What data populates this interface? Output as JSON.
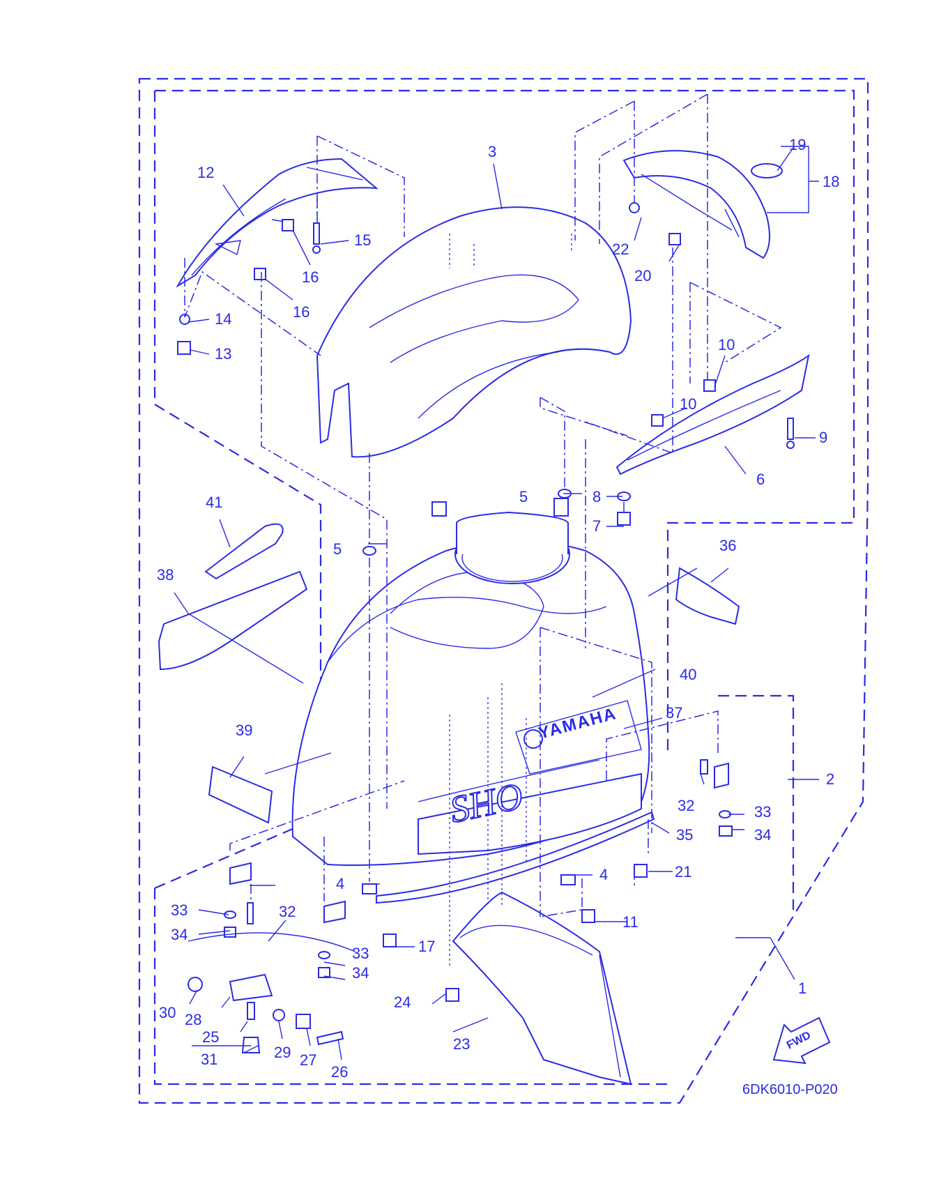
{
  "diagram": {
    "drawing_code": "6DK6010-P020",
    "fwd_label": "FWD",
    "brand_text": "YAMAHA",
    "model_script": "SHO",
    "callouts": [
      {
        "id": "c1",
        "label": "1"
      },
      {
        "id": "c2",
        "label": "2"
      },
      {
        "id": "c3",
        "label": "3"
      },
      {
        "id": "c4a",
        "label": "4"
      },
      {
        "id": "c4b",
        "label": "4"
      },
      {
        "id": "c5a",
        "label": "5"
      },
      {
        "id": "c5b",
        "label": "5"
      },
      {
        "id": "c6",
        "label": "6"
      },
      {
        "id": "c7",
        "label": "7"
      },
      {
        "id": "c8",
        "label": "8"
      },
      {
        "id": "c9",
        "label": "9"
      },
      {
        "id": "c10a",
        "label": "10"
      },
      {
        "id": "c10b",
        "label": "10"
      },
      {
        "id": "c11",
        "label": "11"
      },
      {
        "id": "c12",
        "label": "12"
      },
      {
        "id": "c13",
        "label": "13"
      },
      {
        "id": "c14",
        "label": "14"
      },
      {
        "id": "c15",
        "label": "15"
      },
      {
        "id": "c16a",
        "label": "16"
      },
      {
        "id": "c16b",
        "label": "16"
      },
      {
        "id": "c17",
        "label": "17"
      },
      {
        "id": "c18",
        "label": "18"
      },
      {
        "id": "c19",
        "label": "19"
      },
      {
        "id": "c20",
        "label": "20"
      },
      {
        "id": "c21",
        "label": "21"
      },
      {
        "id": "c22",
        "label": "22"
      },
      {
        "id": "c23",
        "label": "23"
      },
      {
        "id": "c24",
        "label": "24"
      },
      {
        "id": "c25",
        "label": "25"
      },
      {
        "id": "c26",
        "label": "26"
      },
      {
        "id": "c27",
        "label": "27"
      },
      {
        "id": "c28",
        "label": "28"
      },
      {
        "id": "c29",
        "label": "29"
      },
      {
        "id": "c30",
        "label": "30"
      },
      {
        "id": "c31",
        "label": "31"
      },
      {
        "id": "c32a",
        "label": "32"
      },
      {
        "id": "c32b",
        "label": "32"
      },
      {
        "id": "c33a",
        "label": "33"
      },
      {
        "id": "c33b",
        "label": "33"
      },
      {
        "id": "c33c",
        "label": "33"
      },
      {
        "id": "c34a",
        "label": "34"
      },
      {
        "id": "c34b",
        "label": "34"
      },
      {
        "id": "c34c",
        "label": "34"
      },
      {
        "id": "c35",
        "label": "35"
      },
      {
        "id": "c36",
        "label": "36"
      },
      {
        "id": "c37",
        "label": "37"
      },
      {
        "id": "c38",
        "label": "38"
      },
      {
        "id": "c39",
        "label": "39"
      },
      {
        "id": "c40",
        "label": "40"
      },
      {
        "id": "c41",
        "label": "41"
      }
    ],
    "colors": {
      "line": "#2a2ae6",
      "background": "#ffffff"
    }
  }
}
